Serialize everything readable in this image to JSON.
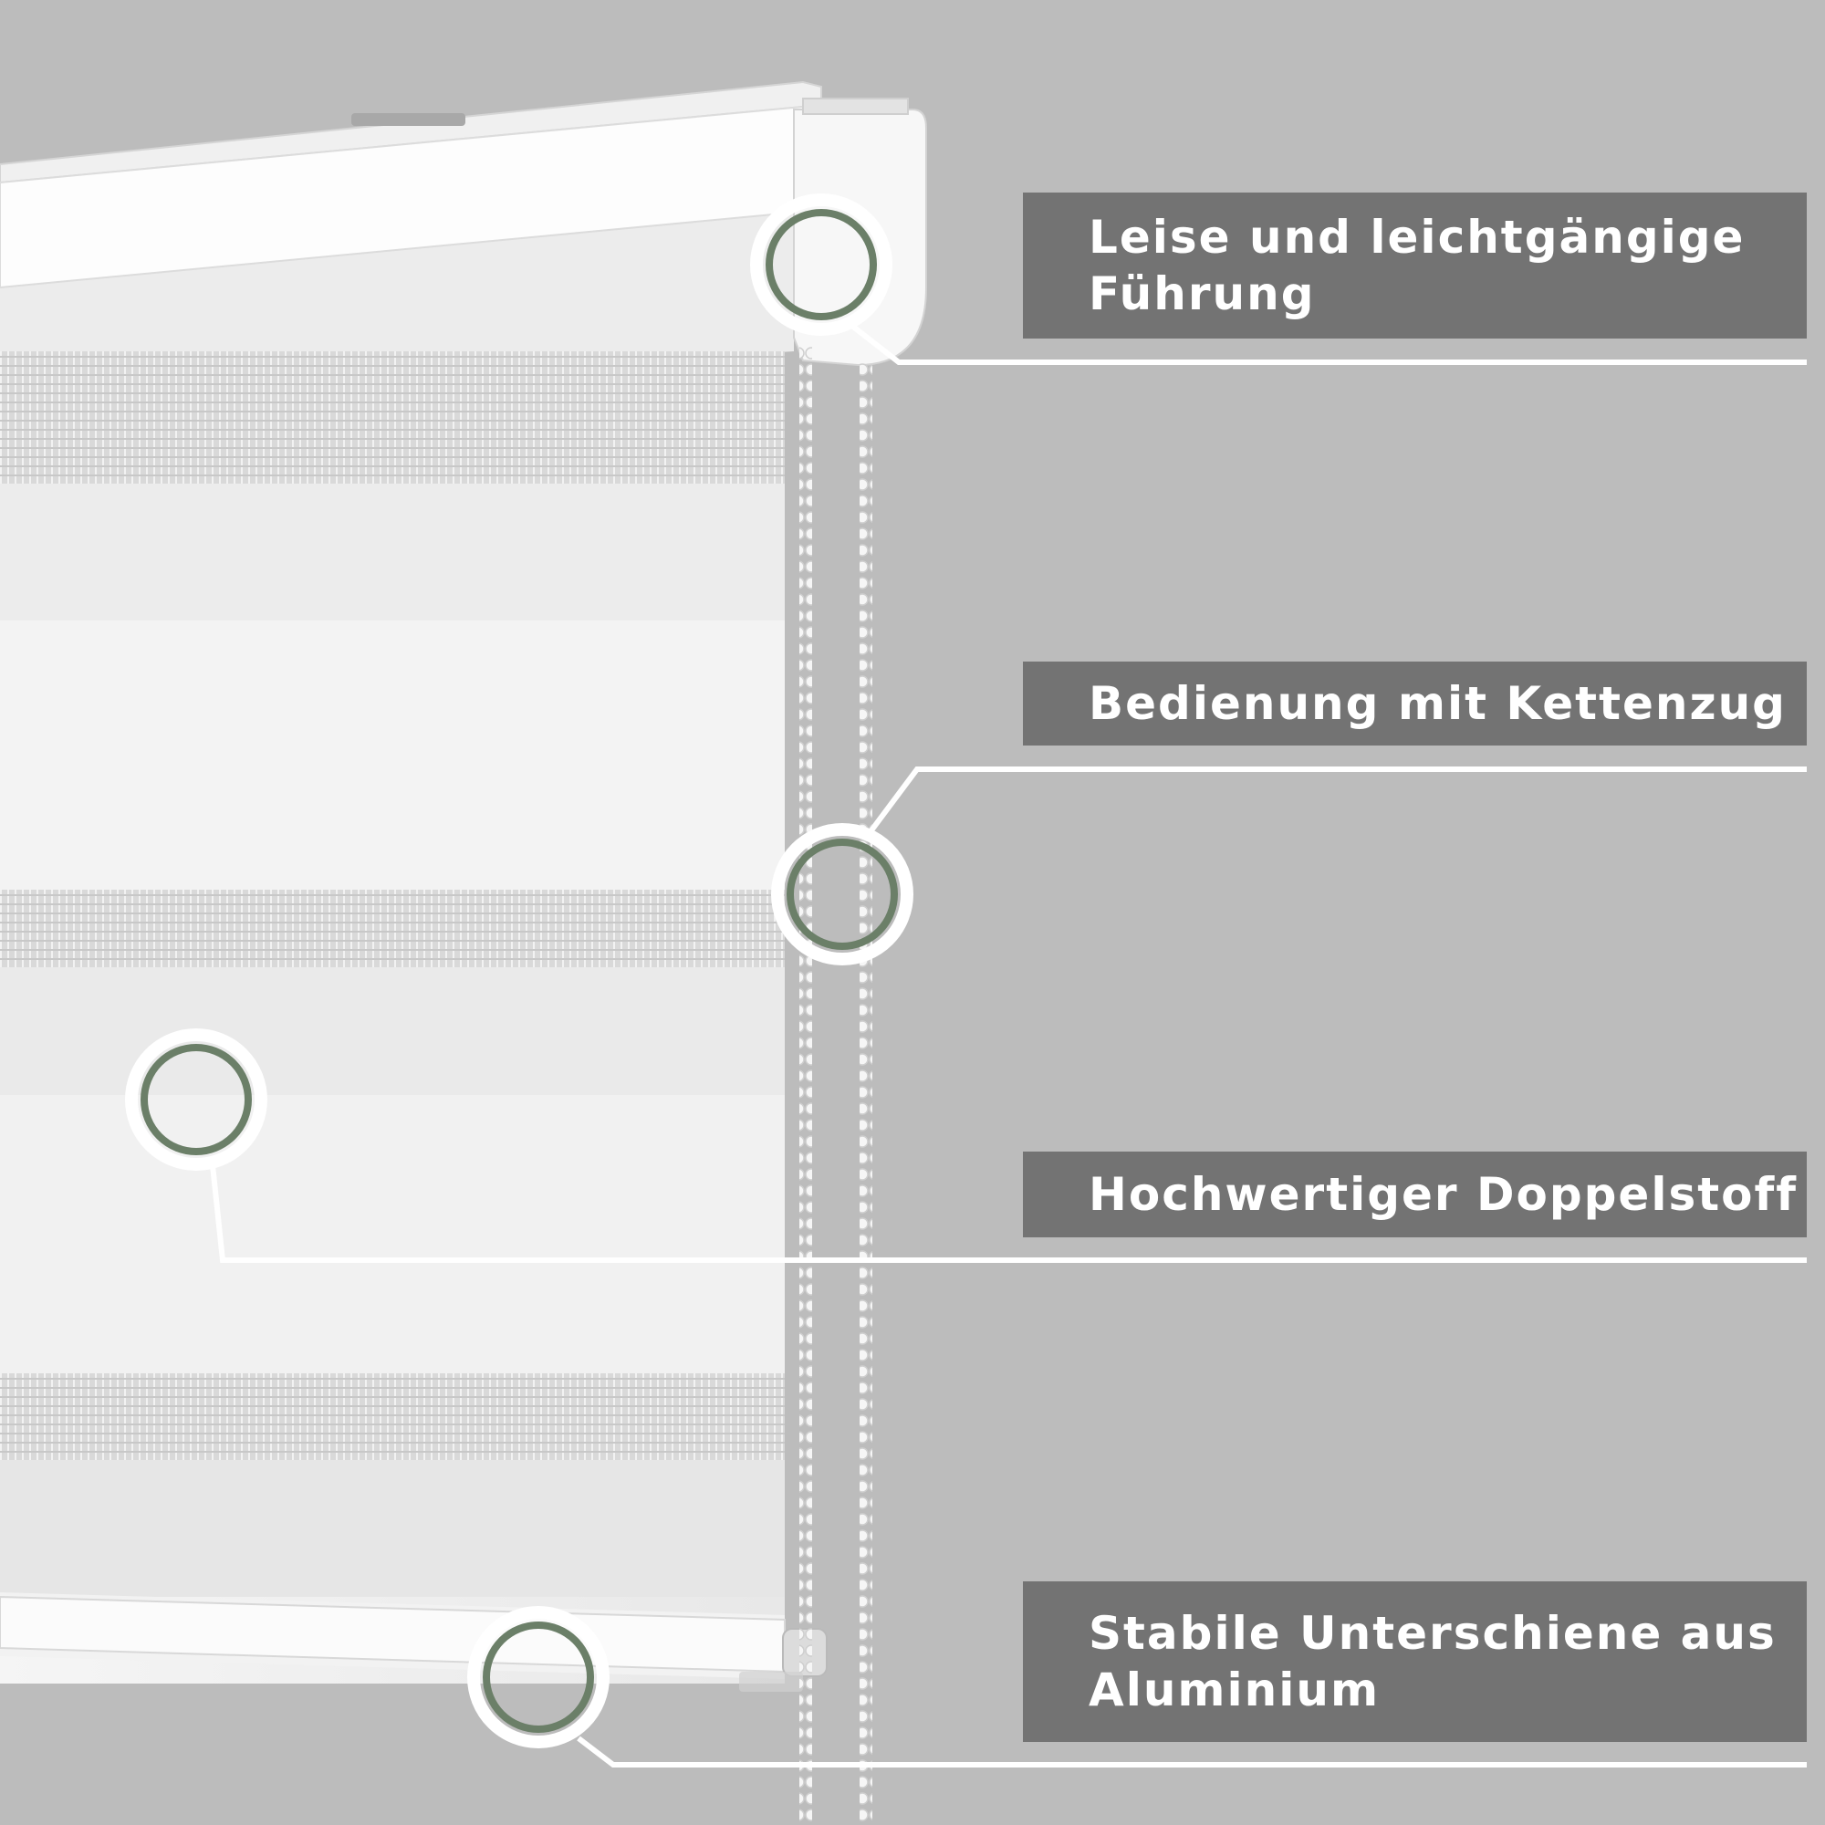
{
  "colors": {
    "background": "#bcbcbc",
    "label_box": "#737373",
    "label_text": "#ffffff",
    "callout_ring": "#6b7f68",
    "callout_line": "#ffffff"
  },
  "callouts": [
    {
      "lines": [
        "Leise und leichtgängige",
        "Führung"
      ]
    },
    {
      "lines": [
        "Bedienung mit Kettenzug"
      ]
    },
    {
      "lines": [
        "Hochwertiger Doppelstoff"
      ]
    },
    {
      "lines": [
        "Stabile Unterschiene aus",
        "Aluminium"
      ]
    }
  ]
}
